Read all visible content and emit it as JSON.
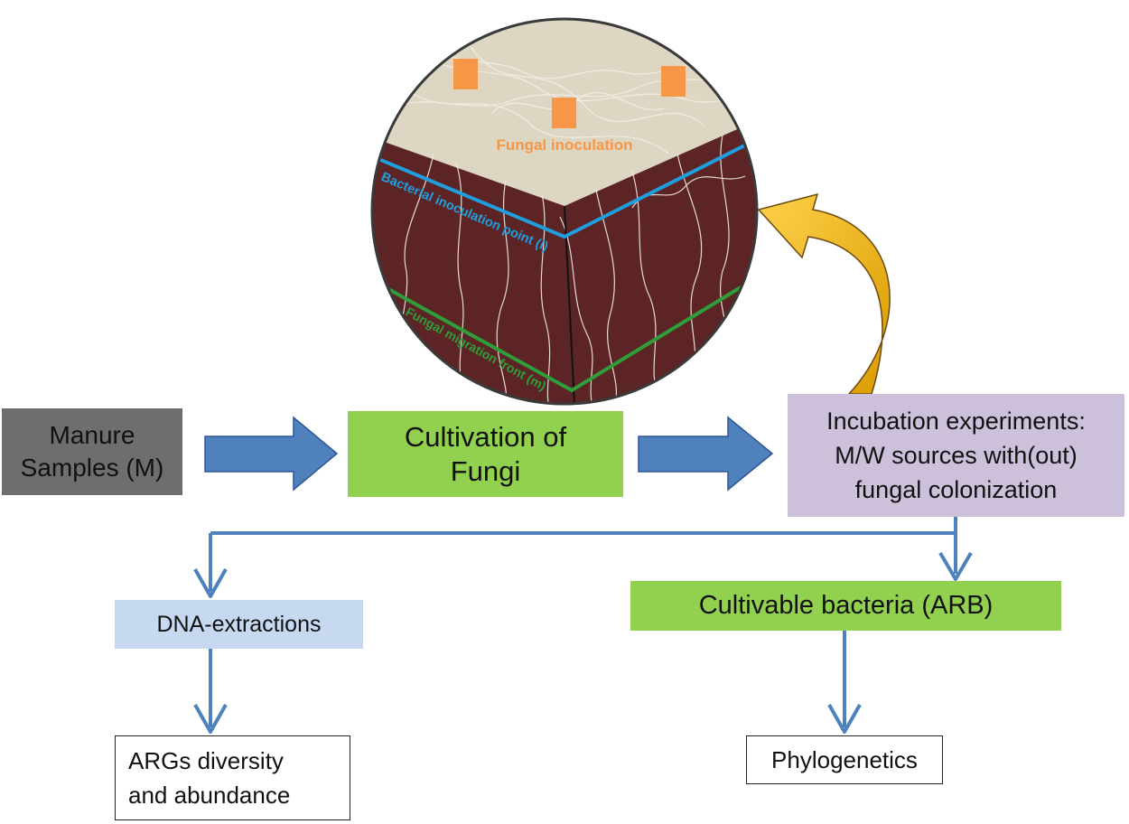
{
  "boxes": {
    "manure": {
      "line1": "Manure",
      "line2": "Samples (M)"
    },
    "cultivation": {
      "line1": "Cultivation of",
      "line2": "Fungi"
    },
    "incubation": {
      "line1": "Incubation experiments:",
      "line2": "M/W sources with(out)",
      "line3": "fungal colonization"
    },
    "dna": "DNA-extractions",
    "cultivable": "Cultivable bacteria (ARB)",
    "args": {
      "line1": "ARGs diversity",
      "line2": "and abundance"
    },
    "phylo": "Phylogenetics"
  },
  "inset": {
    "fungal_inoculation": "Fungal inoculation",
    "bacterial_inoculation": "Bacterial inoculation point (i)",
    "fungal_migration": "Fungal migration front (m)"
  },
  "colors": {
    "agar": "#ddd6c3",
    "soil": "#5c2424",
    "inoculum": "#f79646",
    "bacterial_line": "#1f9fe0",
    "migration_line": "#2e9e3a",
    "arrow_blue": "#4f81bd",
    "curved_arrow": "#f2b200"
  }
}
